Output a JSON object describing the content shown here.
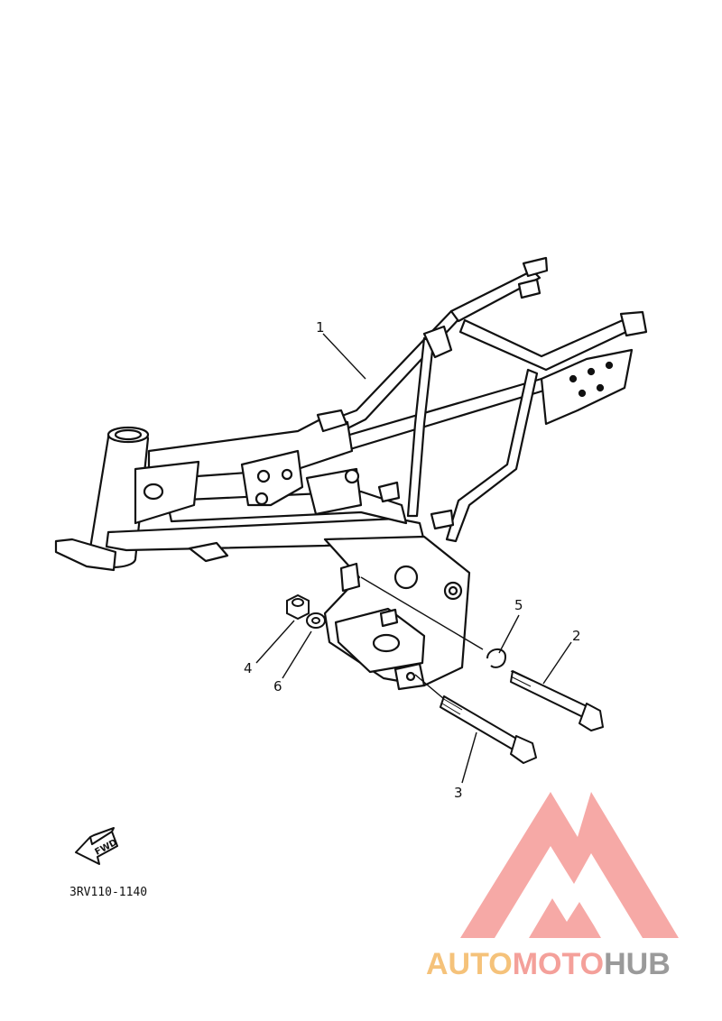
{
  "diagram": {
    "callouts": [
      {
        "id": "1",
        "text": "1"
      },
      {
        "id": "2",
        "text": "2"
      },
      {
        "id": "3",
        "text": "3"
      },
      {
        "id": "4",
        "text": "4"
      },
      {
        "id": "5",
        "text": "5"
      },
      {
        "id": "6",
        "text": "6"
      }
    ],
    "part_number": "3RV110-1140",
    "direction_badge": "FWD"
  },
  "watermark": {
    "part1": "AUTO",
    "part2": "MOTO",
    "part3": "HUB",
    "colors": {
      "auto": "#f5c27a",
      "moto": "#f4a09a",
      "hub": "#9a9a9a",
      "logo": "#f59a96"
    }
  }
}
